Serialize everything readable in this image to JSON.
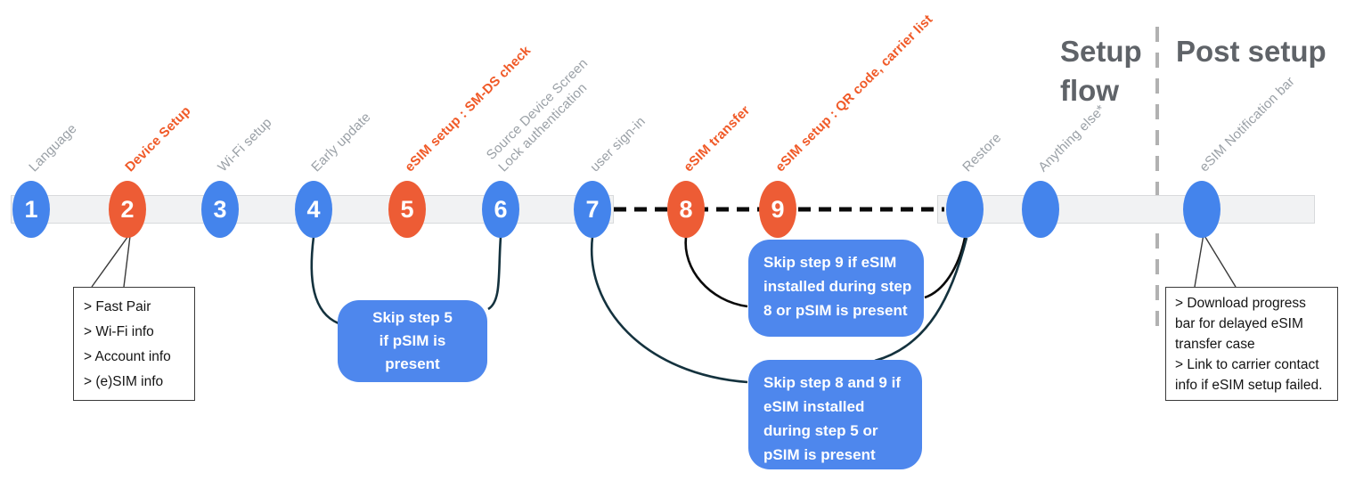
{
  "colors": {
    "blue": "#4484EC",
    "blue_box": "#4E87ED",
    "orange": "#ED5C35",
    "orange_label": "#F05A28",
    "gray_label": "#9AA0A6",
    "header_gray": "#5F6368",
    "bar_fill": "#F1F2F3",
    "bar_border": "#D8DADC",
    "curve_teal": "#14323E",
    "curve_black": "#0A0A0A",
    "divider_gray": "#B1B1B1",
    "tail_line": "#3A3A3A"
  },
  "headers": {
    "setup_flow": "Setup\nflow",
    "post_setup": "Post setup"
  },
  "timeline": {
    "steps": [
      {
        "num": "1",
        "label": "Language",
        "node_color": "blue",
        "label_style": "gray"
      },
      {
        "num": "2",
        "label": "Device Setup",
        "node_color": "orange",
        "label_style": "orange"
      },
      {
        "num": "3",
        "label": "Wi-Fi setup",
        "node_color": "blue",
        "label_style": "gray"
      },
      {
        "num": "4",
        "label": "Early update",
        "node_color": "blue",
        "label_style": "gray"
      },
      {
        "num": "5",
        "label": "eSIM setup : SM-DS check",
        "node_color": "orange",
        "label_style": "orange"
      },
      {
        "num": "6",
        "label": "Source Device Screen\nLock authentication",
        "node_color": "blue",
        "label_style": "gray"
      },
      {
        "num": "7",
        "label": "user sign-in",
        "node_color": "blue",
        "label_style": "gray"
      },
      {
        "num": "8",
        "label": "eSIM transfer",
        "node_color": "orange",
        "label_style": "orange"
      },
      {
        "num": "9",
        "label": "eSIM setup : QR code, carrier list",
        "node_color": "orange",
        "label_style": "orange"
      },
      {
        "num": "",
        "label": "Restore",
        "node_color": "blue",
        "label_style": "gray"
      },
      {
        "num": "",
        "label": "Anything else*",
        "node_color": "blue",
        "label_style": "gray"
      },
      {
        "num": "",
        "label": "eSIM Notification bar",
        "node_color": "blue",
        "label_style": "gray"
      }
    ]
  },
  "skip_boxes": {
    "skip5": "Skip step 5\nif pSIM is\npresent",
    "skip9": "Skip step 9 if eSIM\ninstalled during step\n8 or pSIM is present",
    "skip89": "Skip step 8 and 9 if\neSIM installed\nduring step 5 or\npSIM is present"
  },
  "callouts": {
    "device_setup": "> Fast Pair\n> Wi-Fi info\n> Account info\n> (e)SIM info",
    "esim_notification": "> Download progress\nbar for delayed eSIM\ntransfer case\n> Link to carrier contact\ninfo if eSIM setup failed."
  }
}
